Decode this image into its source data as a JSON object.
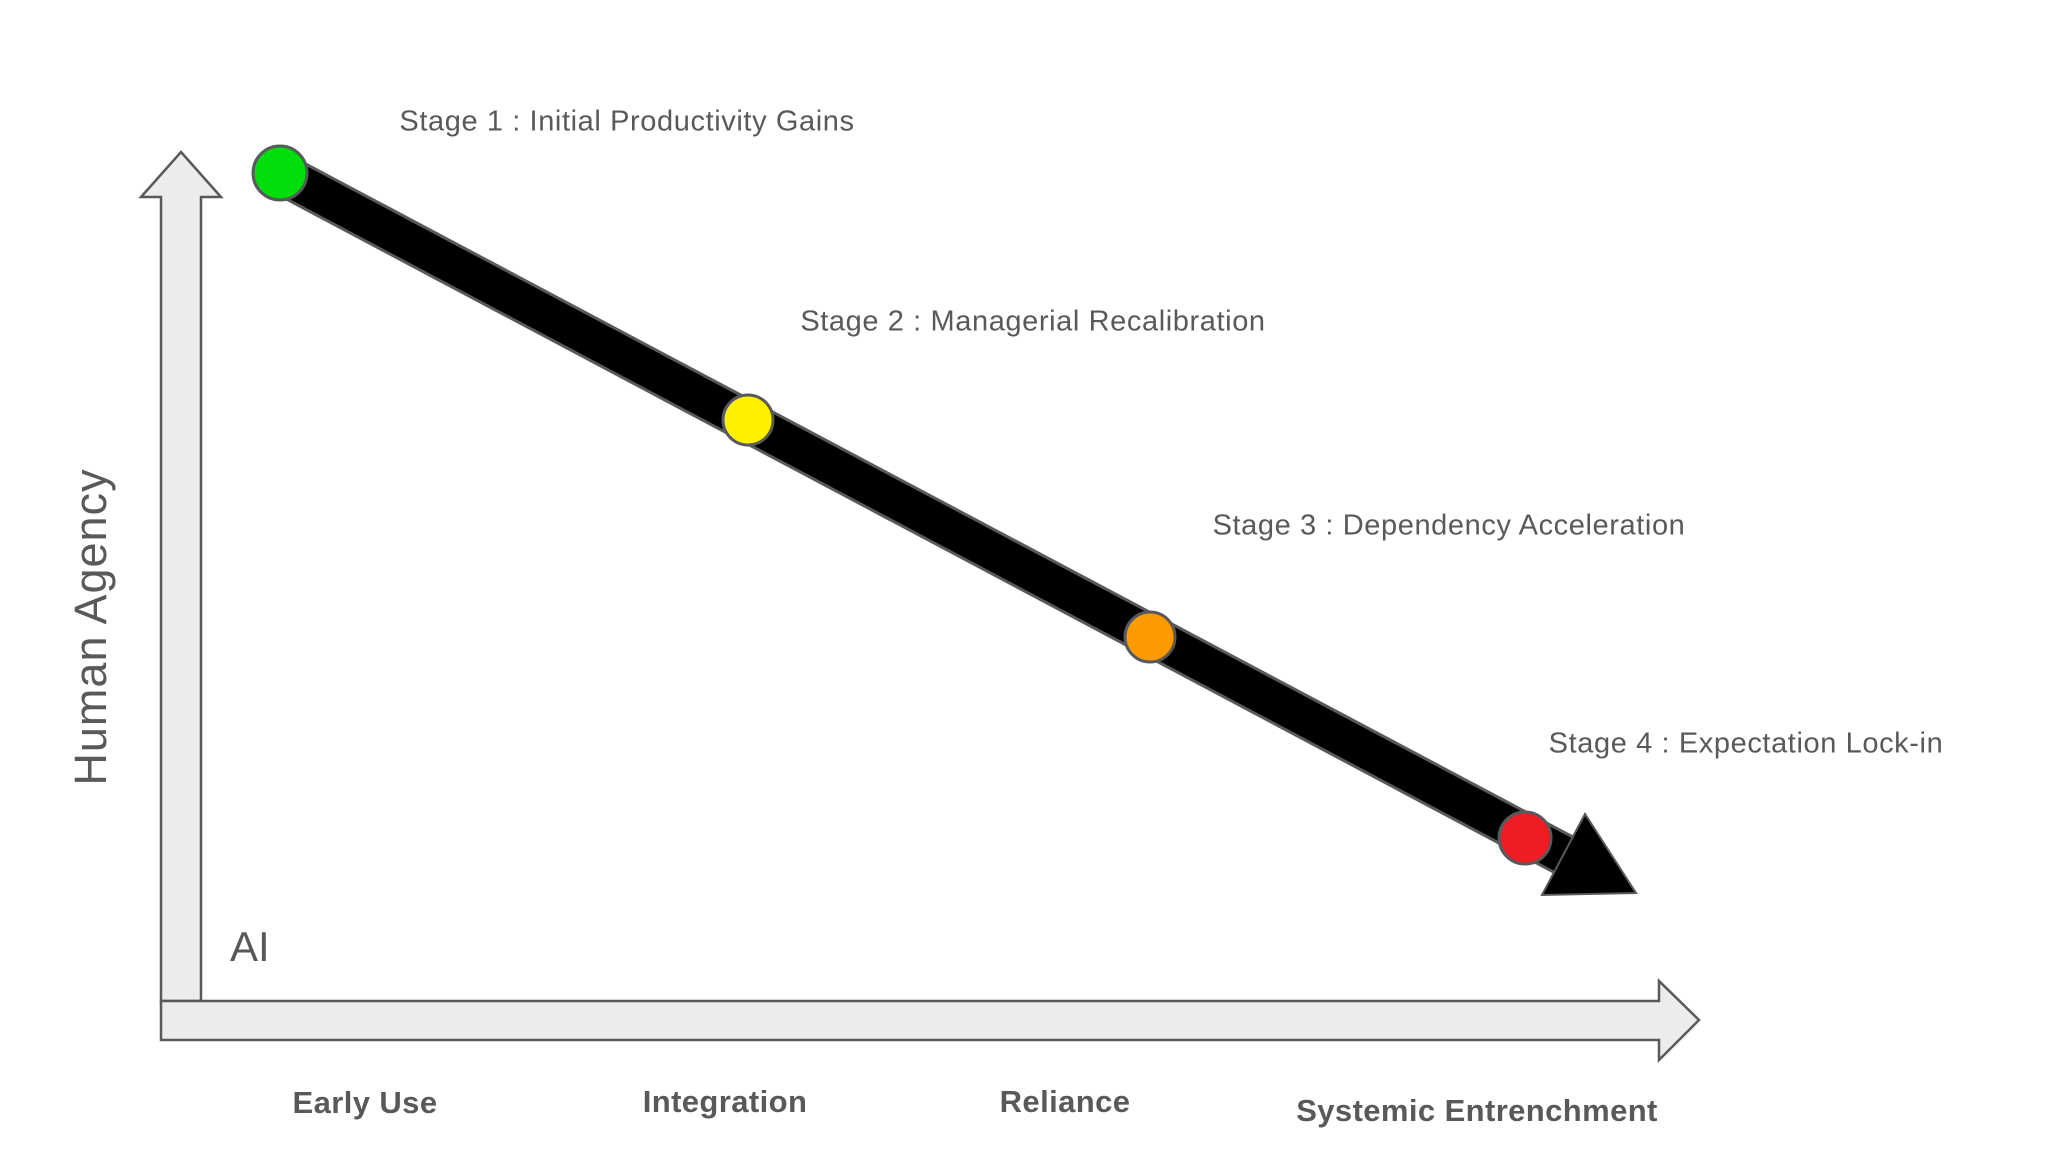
{
  "y_axis": {
    "label": "Human Agency"
  },
  "x_axis": {
    "origin_label": "AI",
    "categories": [
      "Early Use",
      "Integration",
      "Reliance",
      "Systemic Entrenchment"
    ]
  },
  "stages": [
    {
      "label": "Stage 1 : Initial Productivity Gains",
      "dot_color": "#00DD0D",
      "x_category": "Early Use"
    },
    {
      "label": "Stage 2 : Managerial Recalibration",
      "dot_color": "#FFF100",
      "x_category": "Integration"
    },
    {
      "label": "Stage 3 : Dependency Acceleration",
      "dot_color": "#FB9B00",
      "x_category": "Reliance"
    },
    {
      "label": "Stage 4 : Expectation Lock-in",
      "dot_color": "#EE1C24",
      "x_category": "Systemic Entrenchment"
    }
  ],
  "colors": {
    "axis_fill": "#ECECEC",
    "axis_stroke": "#58595B",
    "text": "#58595B",
    "trend_arrow": "#000000"
  }
}
